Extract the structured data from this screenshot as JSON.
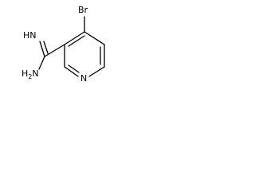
{
  "molecule": {
    "atoms": {
      "bromine": "Br",
      "imine": "HN",
      "amine": "H2N",
      "pyridine_nitrogen": "N"
    },
    "colors": {
      "bond": "#000000",
      "label": "#000000",
      "background": "#ffffff"
    }
  }
}
